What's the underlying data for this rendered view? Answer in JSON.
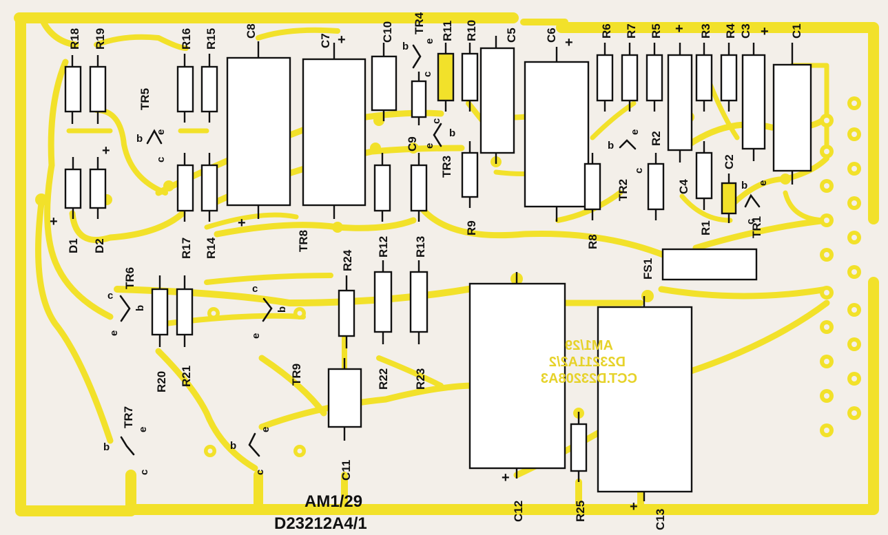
{
  "colors": {
    "paper": "#f3efe9",
    "copper": "#f2e12a",
    "ink": "#111111",
    "mirror_text": "#e6d22a"
  },
  "board": {
    "code_line1": "AM1/29",
    "code_line2": "D23212A4/1",
    "mirror_text": [
      "AM1/29",
      "D23211A2/2",
      "CCT.D23208A3"
    ]
  },
  "labels": {
    "R1": "R1",
    "R2": "R2",
    "R3": "R3",
    "R4": "R4",
    "R5": "R5",
    "R6": "R6",
    "R7": "R7",
    "R8": "R8",
    "R9": "R9",
    "R10": "R10",
    "R11": "R11",
    "R12": "R12",
    "R13": "R13",
    "R14": "R14",
    "R15": "R15",
    "R16": "R16",
    "R17": "R17",
    "R18": "R18",
    "R19": "R19",
    "R20": "R20",
    "R21": "R21",
    "R22": "R22",
    "R23": "R23",
    "R24": "R24",
    "R25": "R25",
    "C1": "C1",
    "C2": "C2",
    "C3": "C3",
    "C4": "C4",
    "C5": "C5",
    "C6": "C6",
    "C7": "C7",
    "C8": "C8",
    "C9": "C9",
    "C10": "C10",
    "C11": "C11",
    "C12": "C12",
    "C13": "C13",
    "TR1": "TR1",
    "TR2": "TR2",
    "TR3": "TR3",
    "TR4": "TR4",
    "TR5": "TR5",
    "TR6": "TR6",
    "TR7": "TR7",
    "TR8": "TR8",
    "TR9": "TR9",
    "D1": "D1",
    "D2": "D2",
    "FS1": "FS1",
    "plus": "+",
    "pin_b": "b",
    "pin_c": "c",
    "pin_e": "e"
  }
}
